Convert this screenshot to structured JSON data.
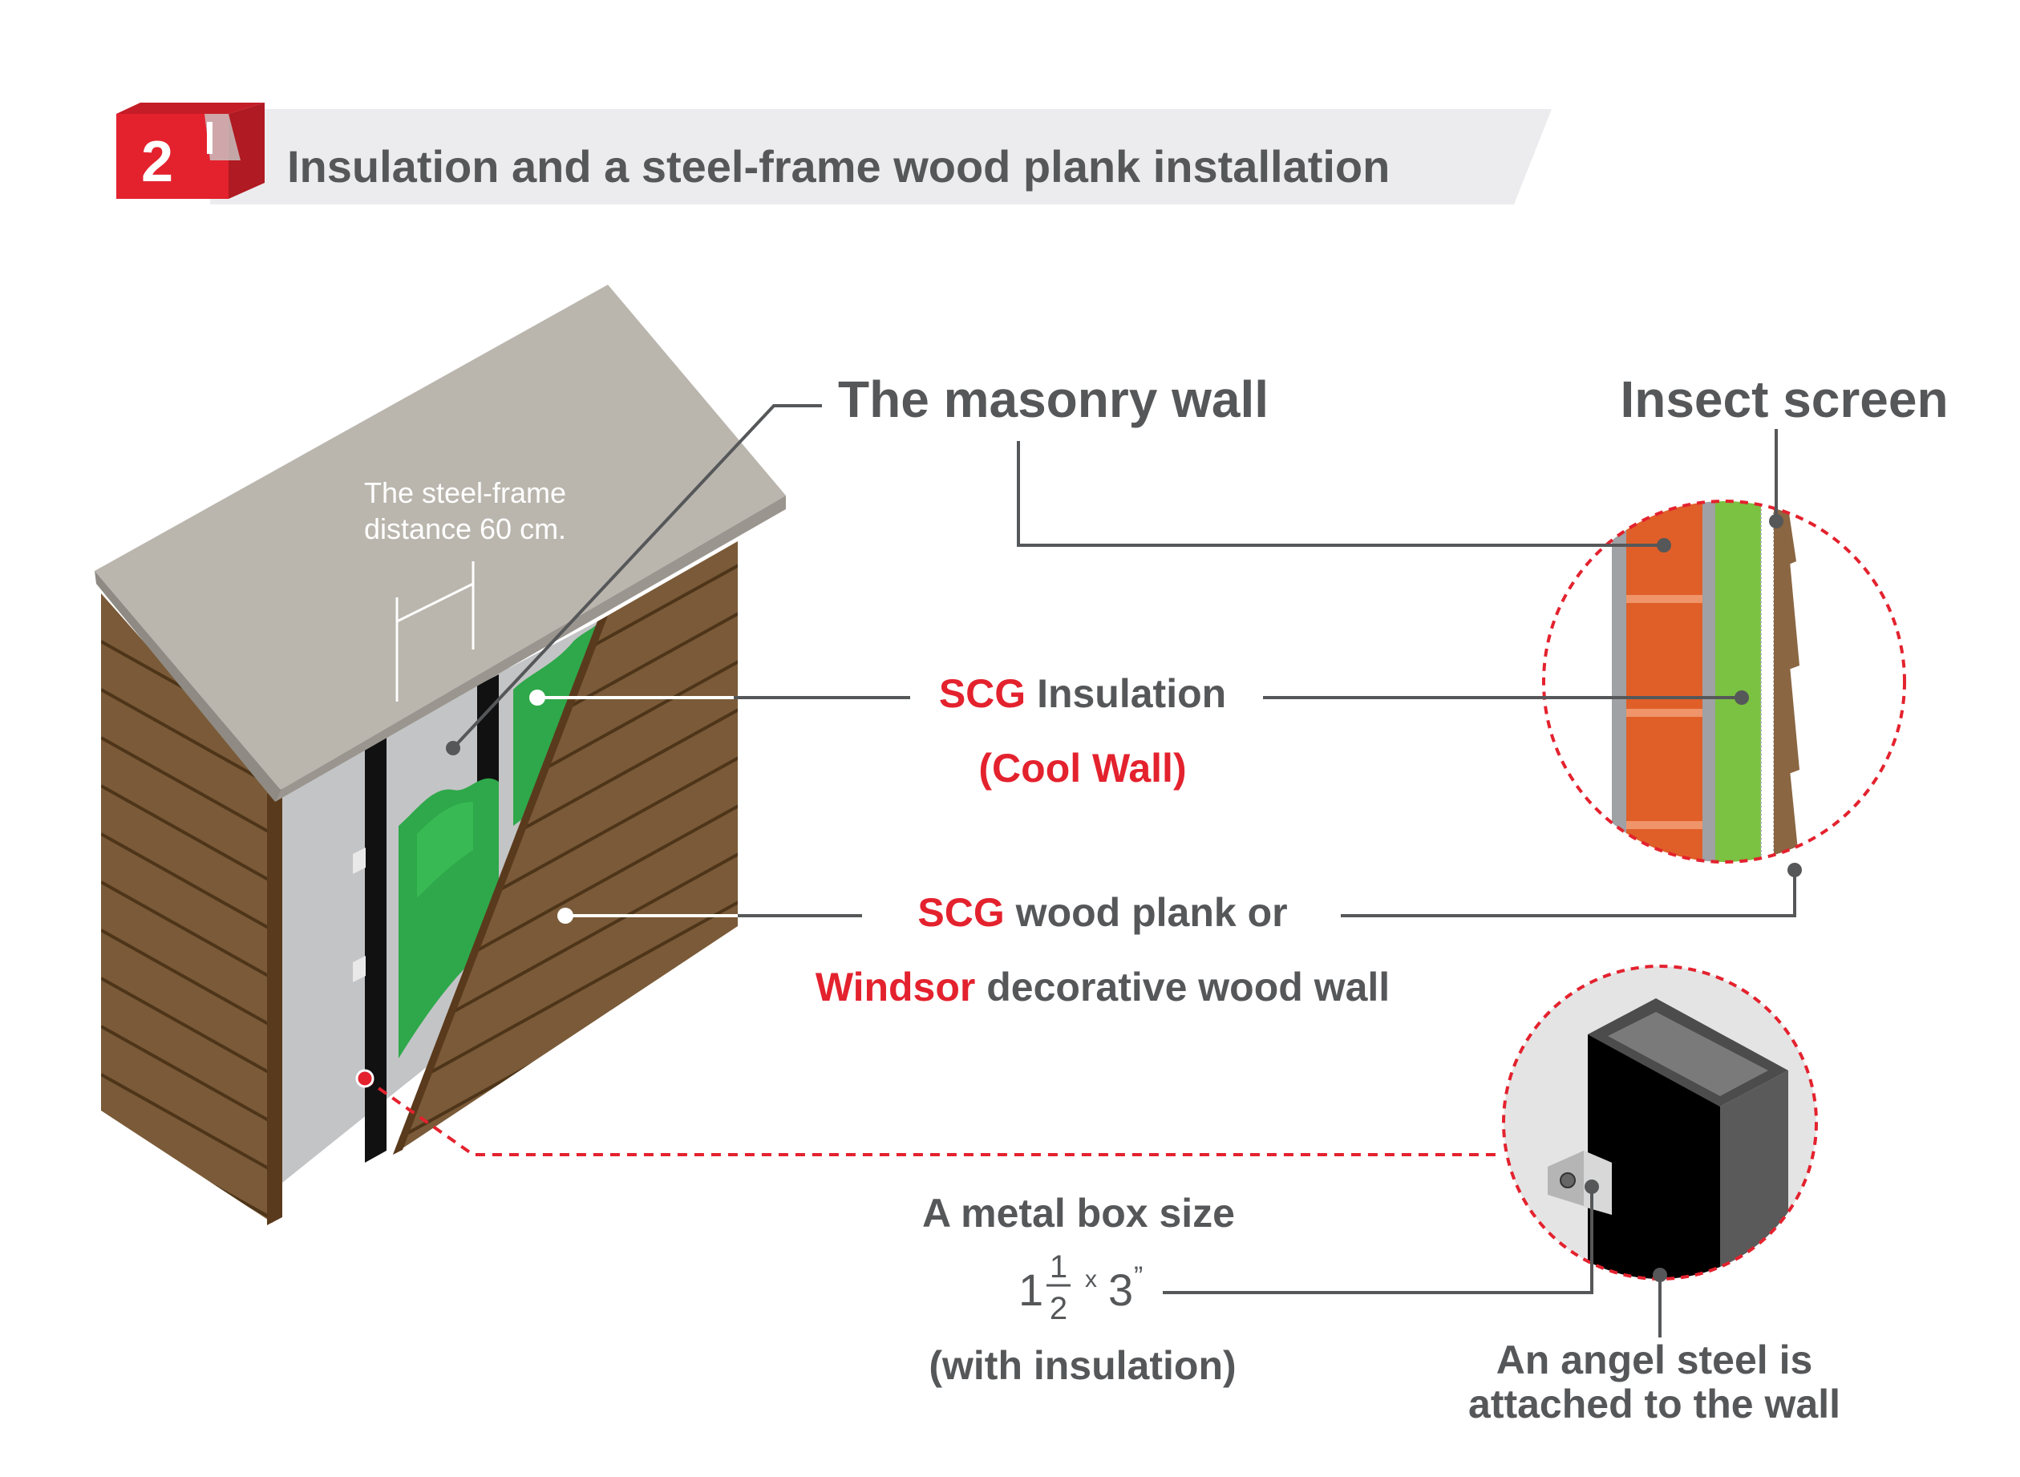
{
  "header": {
    "step_number": "2",
    "title": "Insulation and a steel-frame wood plank installation"
  },
  "annotations": {
    "steel_frame_line1": "The steel-frame",
    "steel_frame_line2": "distance 60 cm.",
    "masonry_wall": "The masonry wall",
    "insect_screen": "Insect screen",
    "insulation_brand": "SCG",
    "insulation_label": " Insulation",
    "insulation_sub": "(Cool Wall)",
    "plank_brand": "SCG",
    "plank_label": " wood plank or",
    "windsor_brand": "Windsor",
    "windsor_label": " decorative wood wall",
    "metal_box_title": "A metal box size",
    "metal_box_whole": "1",
    "metal_box_num": "1",
    "metal_box_den": "2",
    "metal_box_times": "x",
    "metal_box_dim": "3",
    "metal_box_unit": "”",
    "metal_box_sub": "(with insulation)",
    "angle_steel_line1": "An angel steel is",
    "angle_steel_line2": "attached to the wall"
  },
  "colors": {
    "brand_red": "#e3222e",
    "label_gray": "#555759",
    "roof": "#bab6ae",
    "wood": "#7a5a38",
    "wood_dark": "#5a3f22",
    "insulation": "#2ea84a",
    "masonry": "#e05f28",
    "steel": "#111111"
  }
}
